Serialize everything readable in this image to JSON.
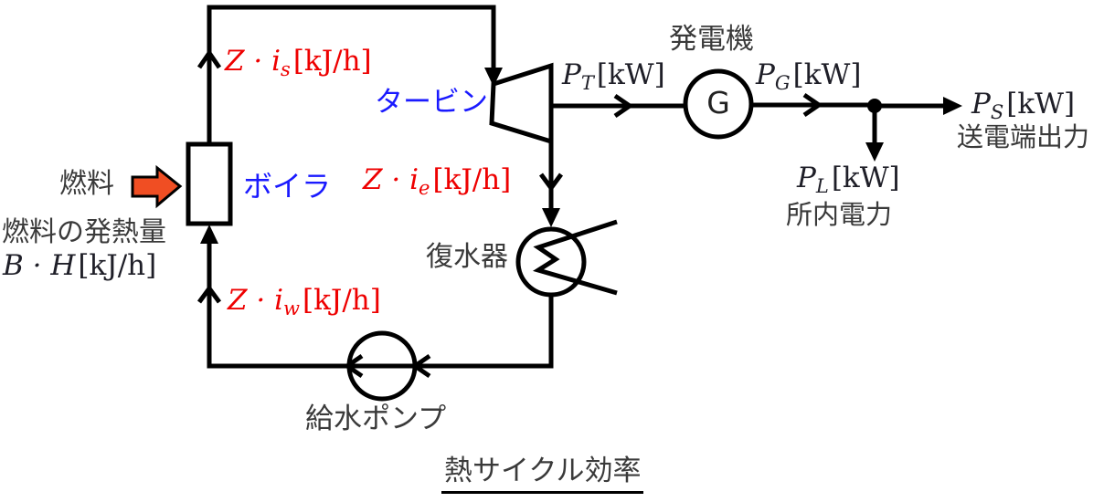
{
  "title": "熱サイクル効率",
  "colors": {
    "line": "#000000",
    "red_label": "#ee0000",
    "blue_label": "#1a1aff",
    "gray_label": "#3a3a3a",
    "fuel_arrow_fill": "#f04e23"
  },
  "components": {
    "boiler": {
      "label": "ボイラ"
    },
    "turbine": {
      "label": "タービン"
    },
    "condenser": {
      "label": "復水器"
    },
    "pump": {
      "label": "給水ポンプ"
    },
    "generator": {
      "label": "発電機",
      "symbol": "G"
    }
  },
  "fuel": {
    "label": "燃料",
    "heat_label": "燃料の発熱量",
    "heat_value": {
      "var": "B · H",
      "unit": "[kJ/h]"
    }
  },
  "flows": {
    "steam": {
      "var": "Z · i",
      "sub": "s",
      "unit": "[kJ/h]"
    },
    "exhaust": {
      "var": "Z · i",
      "sub": "e",
      "unit": "[kJ/h]"
    },
    "feedwater": {
      "var": "Z · i",
      "sub": "w",
      "unit": "[kJ/h]"
    }
  },
  "power": {
    "turbine_out": {
      "var": "P",
      "sub": "T",
      "unit": "[kW]"
    },
    "generator_out": {
      "var": "P",
      "sub": "G",
      "unit": "[kW]"
    },
    "station_out": {
      "var": "P",
      "sub": "S",
      "unit": "[kW]",
      "desc": "送電端出力"
    },
    "aux": {
      "var": "P",
      "sub": "L",
      "unit": "[kW]",
      "desc": "所内電力"
    }
  }
}
